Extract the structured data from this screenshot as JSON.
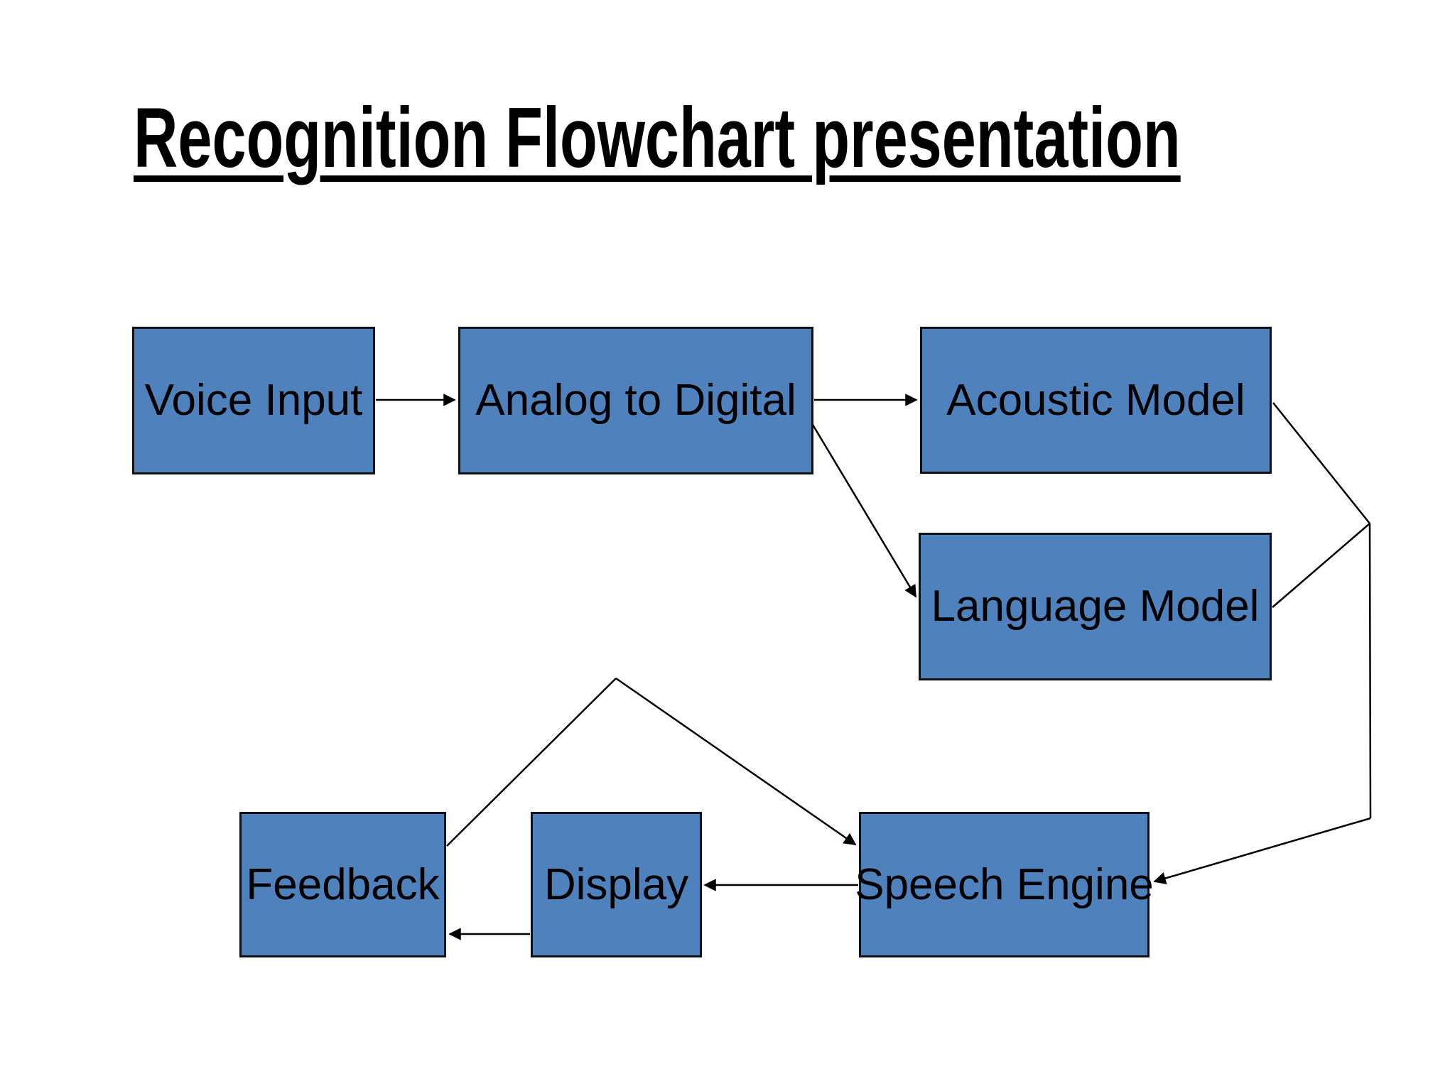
{
  "title": "Recognition Flowchart presentation",
  "nodes": [
    {
      "id": "voice-input",
      "label": "Voice Input"
    },
    {
      "id": "analog-to-digital",
      "label": "Analog to Digital"
    },
    {
      "id": "acoustic-model",
      "label": "Acoustic Model"
    },
    {
      "id": "language-model",
      "label": "Language Model"
    },
    {
      "id": "feedback",
      "label": "Feedback"
    },
    {
      "id": "display",
      "label": "Display"
    },
    {
      "id": "speech-engine",
      "label": "Speech Engine"
    }
  ],
  "edges": [
    {
      "from": "voice-input",
      "to": "analog-to-digital"
    },
    {
      "from": "analog-to-digital",
      "to": "acoustic-model"
    },
    {
      "from": "analog-to-digital",
      "to": "language-model"
    },
    {
      "from": "acoustic-model",
      "to": "speech-engine"
    },
    {
      "from": "language-model",
      "to": "speech-engine"
    },
    {
      "from": "speech-engine",
      "to": "display"
    },
    {
      "from": "display",
      "to": "feedback"
    },
    {
      "from": "feedback",
      "to": "speech-engine"
    }
  ],
  "colors": {
    "background": "#ffffff",
    "node_fill": "#4f81bd",
    "node_border": "#111111",
    "connector": "#000000",
    "title_color": "#000000"
  }
}
